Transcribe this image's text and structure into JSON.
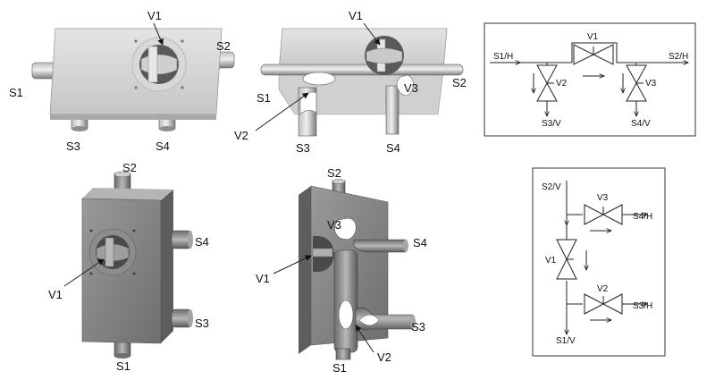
{
  "views": {
    "top_left": {
      "v1": "V1",
      "s1": "S1",
      "s2": "S2",
      "s3": "S3",
      "s4": "S4"
    },
    "top_right": {
      "v1": "V1",
      "v2": "V2",
      "v3": "V3",
      "s1": "S1",
      "s2": "S2",
      "s3": "S3",
      "s4": "S4"
    },
    "bottom_left": {
      "v1": "V1",
      "s1": "S1",
      "s2": "S2",
      "s3": "S3",
      "s4": "S4"
    },
    "bottom_right": {
      "v1": "V1",
      "v2": "V2",
      "v3": "V3",
      "s1": "S1",
      "s2": "S2",
      "s3": "S3",
      "s4": "S4"
    }
  },
  "schematic_h": {
    "v1": "V1",
    "v2": "V2",
    "v3": "V3",
    "s1": "S1/H",
    "s2": "S2/H",
    "s3": "S3/V",
    "s4": "S4/V"
  },
  "schematic_v": {
    "v1": "V1",
    "v2": "V2",
    "v3": "V3",
    "s1": "S1/V",
    "s2": "S2/V",
    "s3": "S3/H",
    "s4": "S4/H"
  },
  "colors": {
    "body_light": "#d2d2d2",
    "body_dark": "#8a8a8a",
    "outline": "#222222"
  }
}
